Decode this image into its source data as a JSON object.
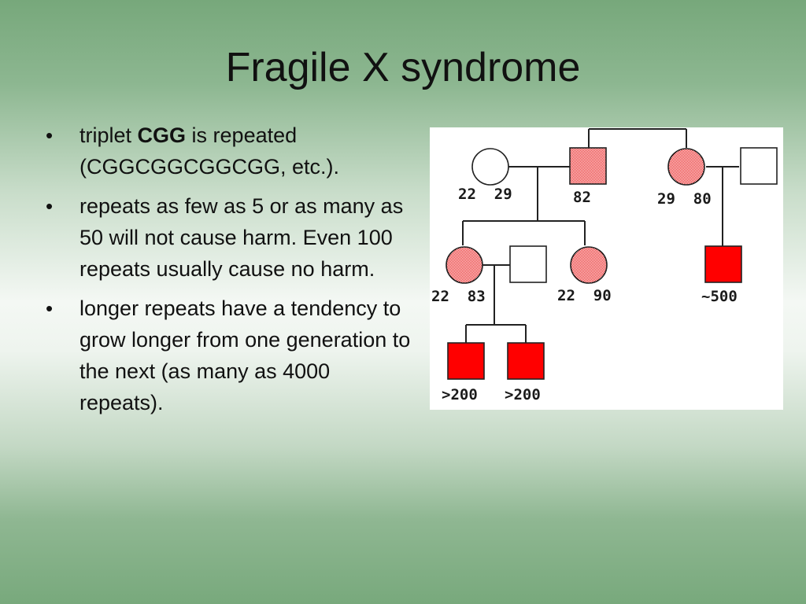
{
  "slide": {
    "title": "Fragile X syndrome",
    "bullet_char": "•",
    "bullets": [
      {
        "prefix": "triplet ",
        "bold": "CGG",
        "suffix": " is repeated (CGGCGGCGGCGG, etc.)."
      },
      {
        "text": "repeats as few as 5 or as many as 50 will not cause harm. Even 100 repeats usually cause no harm."
      },
      {
        "text": "longer repeats have a tendency to grow longer from one generation to the next (as many as 4000 repeats)."
      }
    ]
  },
  "pedigree": {
    "colors": {
      "affected": "#ff0000",
      "carrier": "#f08a8a",
      "unaffected": "#ffffff",
      "line": "#222222"
    },
    "generation1": {
      "grandmother": {
        "label": "22  29",
        "status": "unaffected",
        "sex": "female"
      },
      "grandfather": {
        "label": "82",
        "status": "carrier",
        "sex": "male"
      },
      "aunt": {
        "label": "29  80",
        "status": "carrier",
        "sex": "female"
      },
      "aunt_spouse": {
        "label": "",
        "status": "unaffected",
        "sex": "male"
      }
    },
    "generation2": {
      "daughter1": {
        "label": "22  83",
        "status": "carrier",
        "sex": "female"
      },
      "daughter1_spouse": {
        "label": "",
        "status": "unaffected",
        "sex": "male"
      },
      "daughter2": {
        "label": "22  90",
        "status": "carrier",
        "sex": "female"
      },
      "cousin": {
        "label": "~500",
        "status": "affected",
        "sex": "male"
      }
    },
    "generation3": {
      "grandson1": {
        "label": ">200",
        "status": "affected",
        "sex": "male"
      },
      "grandson2": {
        "label": ">200",
        "status": "affected",
        "sex": "male"
      }
    }
  }
}
